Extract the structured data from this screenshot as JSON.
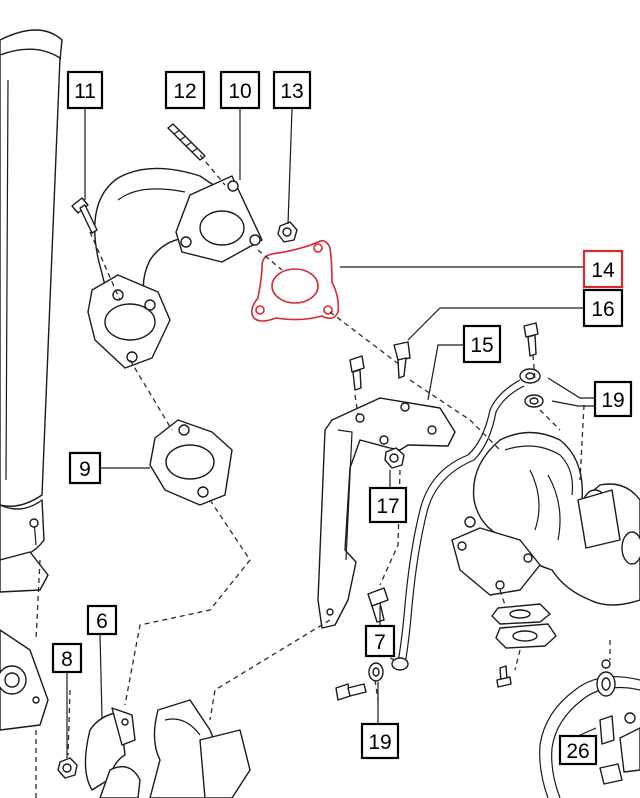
{
  "diagram": {
    "highlight_color": "#d9282f",
    "selected_part": "14",
    "callouts": [
      {
        "id": "c11",
        "label": "11"
      },
      {
        "id": "c12",
        "label": "12"
      },
      {
        "id": "c10",
        "label": "10"
      },
      {
        "id": "c13",
        "label": "13"
      },
      {
        "id": "c14",
        "label": "14"
      },
      {
        "id": "c16",
        "label": "16"
      },
      {
        "id": "c15",
        "label": "15"
      },
      {
        "id": "c19a",
        "label": "19"
      },
      {
        "id": "c9",
        "label": "9"
      },
      {
        "id": "c17",
        "label": "17"
      },
      {
        "id": "c6",
        "label": "6"
      },
      {
        "id": "c8",
        "label": "8"
      },
      {
        "id": "c7",
        "label": "7"
      },
      {
        "id": "c19b",
        "label": "19"
      },
      {
        "id": "c26",
        "label": "26"
      }
    ]
  }
}
